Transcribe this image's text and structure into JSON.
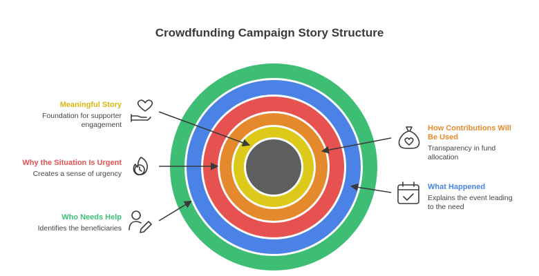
{
  "title": "Crowdfunding Campaign Story Structure",
  "colors": {
    "outer": "#3DBE74",
    "blue": "#4A82E6",
    "red": "#E5524F",
    "orange": "#E58A2C",
    "yellow": "#DCC919",
    "core": "#5E5E5E",
    "text": "#3a3a3a"
  },
  "items": [
    {
      "heading": "Meaningful Story",
      "description": "Foundation for supporter engagement",
      "color": "#D9B710",
      "icon": "heart-hand-icon"
    },
    {
      "heading": "Why the Situation Is Urgent",
      "description": "Creates a sense of urgency",
      "color": "#E5524F",
      "icon": "clock-fire-icon"
    },
    {
      "heading": "Who Needs Help",
      "description": "Identifies the beneficiaries",
      "color": "#3DBE74",
      "icon": "user-edit-icon"
    },
    {
      "heading": "How Contributions Will Be Used",
      "description": "Transparency in fund allocation",
      "color": "#E58A2C",
      "icon": "money-bag-icon"
    },
    {
      "heading": "What Happened",
      "description": "Explains the event leading to the need",
      "color": "#4A82E6",
      "icon": "calendar-check-icon"
    }
  ]
}
